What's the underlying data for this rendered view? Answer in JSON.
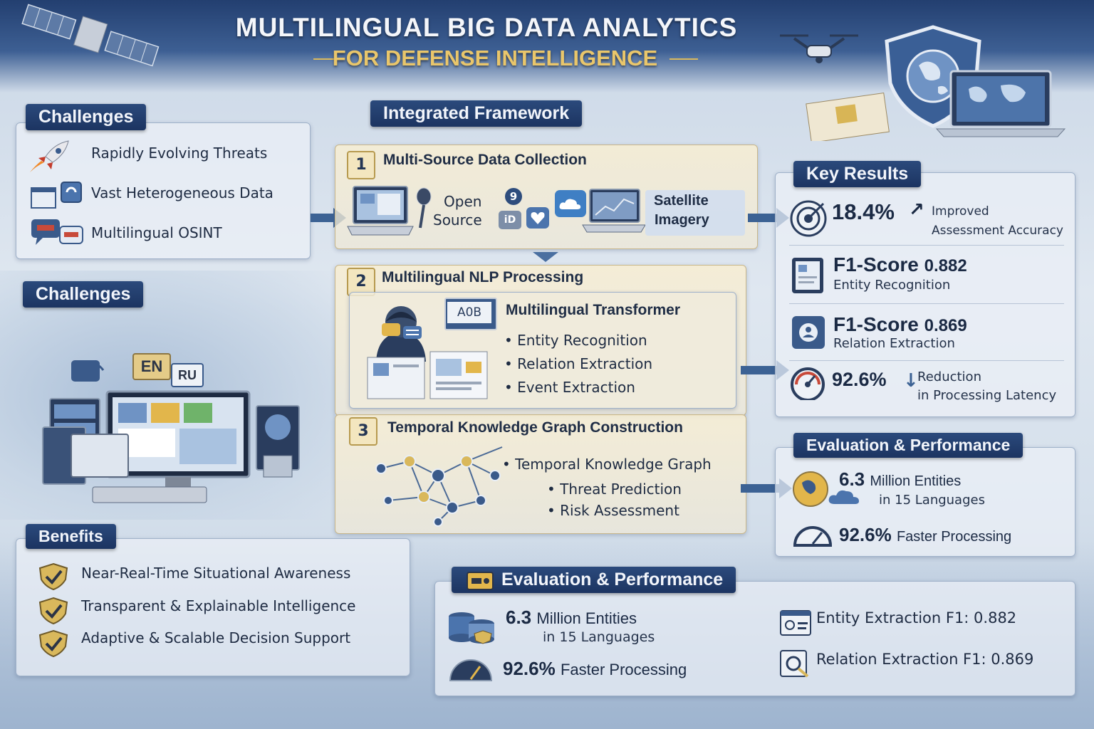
{
  "header": {
    "title": "MULTILINGUAL BIG DATA ANALYTICS",
    "subtitle": "FOR DEFENSE INTELLIGENCE"
  },
  "challenges1": {
    "tag": "Challenges",
    "items": [
      "Rapidly Evolving Threats",
      "Vast Heterogeneous Data",
      "Multilingual OSINT"
    ]
  },
  "challenges2": {
    "tag": "Challenges",
    "lang_badges": [
      "EN",
      "RU"
    ]
  },
  "framework": {
    "tag": "Integrated Framework",
    "step1": {
      "num": "1",
      "title": "Multi-Source Data Collection",
      "open_source": "Open\nSource",
      "open1": "Open",
      "open2": "Source",
      "satellite1": "Satellite",
      "satellite2": "Imagery",
      "icon_labels": [
        "9",
        "iD"
      ]
    },
    "step2": {
      "num": "2",
      "title": "Multilingual NLP Processing",
      "subtitle": "Multilingual Transformer",
      "screen_label": "A0B",
      "items": [
        "Entity Recognition",
        "Relation Extraction",
        "Event Extraction"
      ]
    },
    "step3": {
      "num": "3",
      "title": "Temporal Knowledge Graph Construction",
      "items": [
        "Temporal Knowledge Graph",
        "Threat Prediction",
        "Risk Assessment"
      ]
    }
  },
  "key_results": {
    "tag": "Key Results",
    "r1": {
      "value": "18.4%",
      "label1": "Improved",
      "label2": "Assessment Accuracy"
    },
    "r2": {
      "metric": "F1-Score",
      "value": "0.882",
      "label": "Entity Recognition"
    },
    "r3": {
      "metric": "F1-Score",
      "value": "0.869",
      "label": "Relation Extraction"
    },
    "r4": {
      "value": "92.6%",
      "label1": "Reduction",
      "label2": "in Processing Latency"
    }
  },
  "eval_right": {
    "tag": "Evaluation & Performance",
    "e1": {
      "value": "6.3",
      "text": "Million Entities",
      "sub": "in 15 Languages"
    },
    "e2": {
      "value": "92.6%",
      "text": "Faster Processing"
    }
  },
  "benefits": {
    "tag": "Benefits",
    "items": [
      "Near-Real-Time Situational Awareness",
      "Transparent & Explainable Intelligence",
      "Adaptive & Scalable Decision Support"
    ]
  },
  "eval_bottom": {
    "tag": "Evaluation & Performance",
    "e1": {
      "value": "6.3",
      "text": "Million Entities",
      "sub": "in 15 Languages"
    },
    "e2": {
      "value": "92.6%",
      "text": "Faster Processing"
    },
    "e3": "Entity Extraction F1: 0.882",
    "e4": "Relation Extraction F1: 0.869"
  },
  "colors": {
    "navy": "#1c3461",
    "gold": "#d9b85c",
    "accent": "#3c6294"
  }
}
